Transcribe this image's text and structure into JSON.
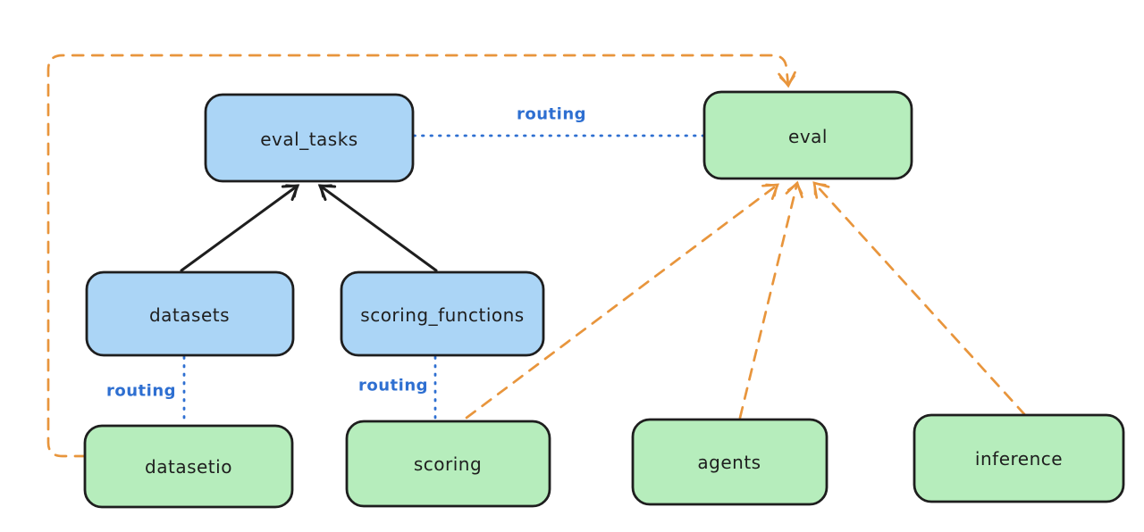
{
  "diagram": {
    "type": "architecture-graph",
    "colors": {
      "background": "#ffffff",
      "blue_fill": "#abd5f6",
      "green_fill": "#b6edbc",
      "node_stroke": "#1e1e1e",
      "text_color": "#1e1e1e",
      "black_edge": "#1e1e1e",
      "routing_blue": "#2e6fd1",
      "provider_orange": "#e8953c"
    },
    "nodes": [
      {
        "id": "eval_tasks",
        "label": "eval_tasks",
        "fill": "blue"
      },
      {
        "id": "eval",
        "label": "eval",
        "fill": "green"
      },
      {
        "id": "datasets",
        "label": "datasets",
        "fill": "blue"
      },
      {
        "id": "scoring_functions",
        "label": "scoring_functions",
        "fill": "blue"
      },
      {
        "id": "datasetio",
        "label": "datasetio",
        "fill": "green"
      },
      {
        "id": "scoring",
        "label": "scoring",
        "fill": "green"
      },
      {
        "id": "agents",
        "label": "agents",
        "fill": "green"
      },
      {
        "id": "inference",
        "label": "inference",
        "fill": "green"
      }
    ],
    "edges": [
      {
        "from": "datasets",
        "to": "eval_tasks",
        "style": "solid-black-arrow",
        "label": ""
      },
      {
        "from": "scoring_functions",
        "to": "eval_tasks",
        "style": "solid-black-arrow",
        "label": ""
      },
      {
        "from": "eval_tasks",
        "to": "eval",
        "style": "dotted-blue",
        "label": "routing"
      },
      {
        "from": "datasets",
        "to": "datasetio",
        "style": "dotted-blue",
        "label": "routing"
      },
      {
        "from": "scoring_functions",
        "to": "scoring",
        "style": "dotted-blue",
        "label": "routing"
      },
      {
        "from": "datasetio",
        "to": "eval",
        "style": "dashed-orange-arrow",
        "label": ""
      },
      {
        "from": "scoring",
        "to": "eval",
        "style": "dashed-orange-arrow",
        "label": ""
      },
      {
        "from": "agents",
        "to": "eval",
        "style": "dashed-orange-arrow",
        "label": ""
      },
      {
        "from": "inference",
        "to": "eval",
        "style": "dashed-orange-arrow",
        "label": ""
      }
    ]
  }
}
